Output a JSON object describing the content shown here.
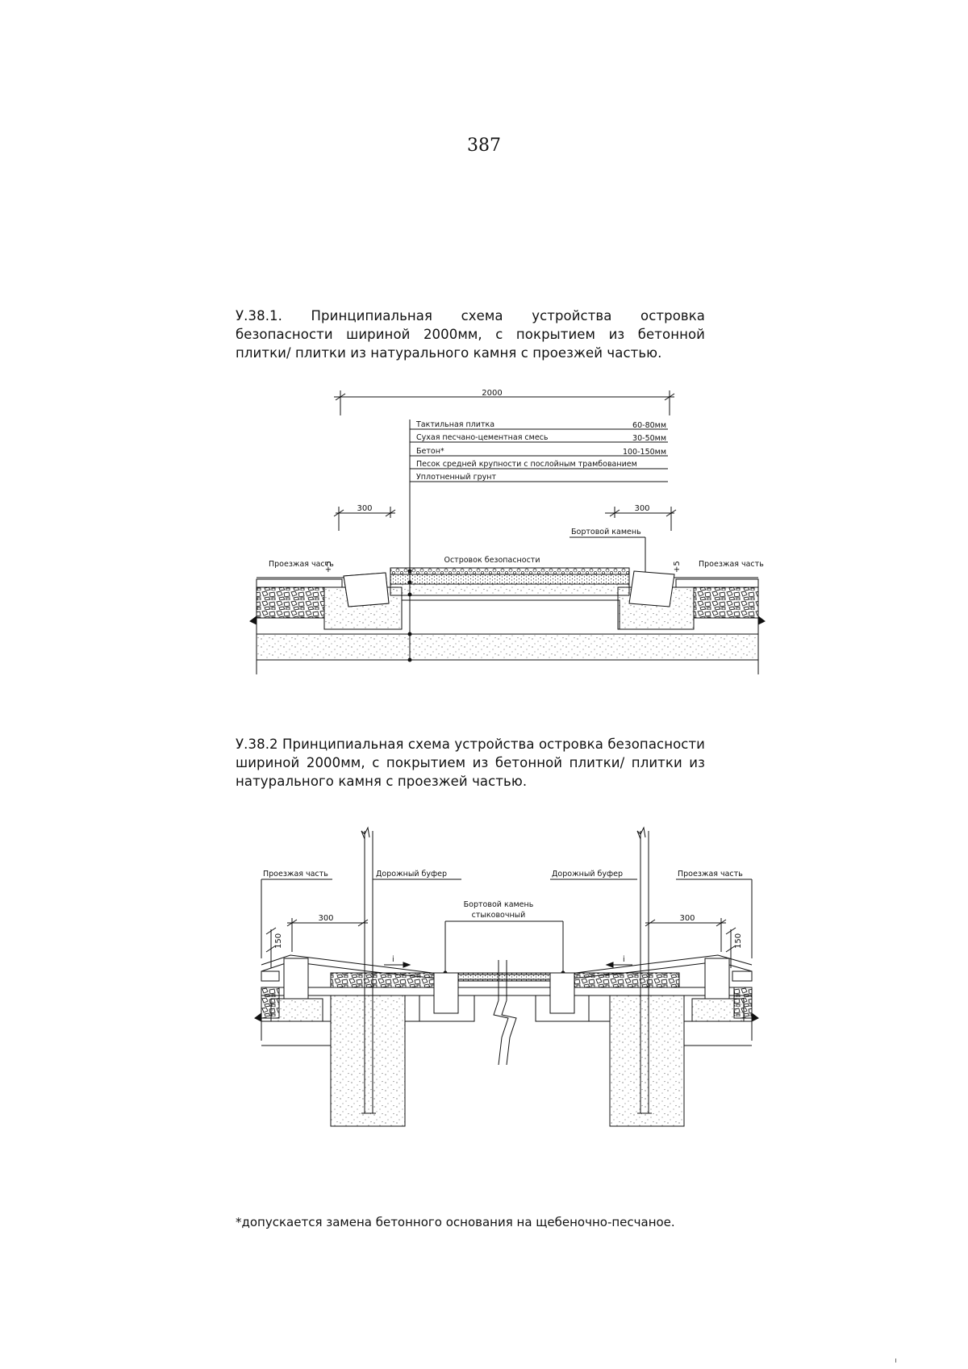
{
  "page": {
    "number": "387",
    "caption_1": "У.38.1. Принципиальная схема устройства островка безопасности шириной 2000мм, с покрытием из бетонной плитки/ плитки из натурального камня с проезжей частью.",
    "caption_2": "У.38.2 Принципиальная схема устройства островка безопасности шириной 2000мм, с покрытием из бетонной плитки/ плитки из натурального камня с проезжей частью.",
    "footnote": "*допускается замена бетонного основания на щебеночно-песчаное."
  },
  "diagram1": {
    "width_dim": "2000",
    "layers": [
      {
        "name": "Тактильная плитка",
        "thickness": "60-80мм"
      },
      {
        "name": "Сухая песчано-цементная смесь",
        "thickness": "30-50мм"
      },
      {
        "name": "Бетон*",
        "thickness": "100-150мм"
      },
      {
        "name": "Песок средней крупности с послойным трамбованием",
        "thickness": ""
      },
      {
        "name": "Уплотненный грунт",
        "thickness": ""
      }
    ],
    "dim_left": "300",
    "dim_right": "300",
    "curb_label": "Бортовой камень",
    "island_label": "Островок безопасности",
    "road_label_left": "Проезжая часть",
    "road_label_right": "Проезжая часть",
    "offset_left": "+5",
    "offset_right": "+5"
  },
  "diagram2": {
    "road_label_left": "Проезжая часть",
    "buffer_label_left": "Дорожный буфер",
    "buffer_label_right": "Дорожный буфер",
    "road_label_right": "Проезжая часть",
    "curb_label_line1": "Бортовой камень",
    "curb_label_line2": "стыковочный",
    "dim_left": "300",
    "dim_right": "300",
    "height_left": "150",
    "height_right": "150",
    "slope_left": "i",
    "slope_right": "i"
  }
}
